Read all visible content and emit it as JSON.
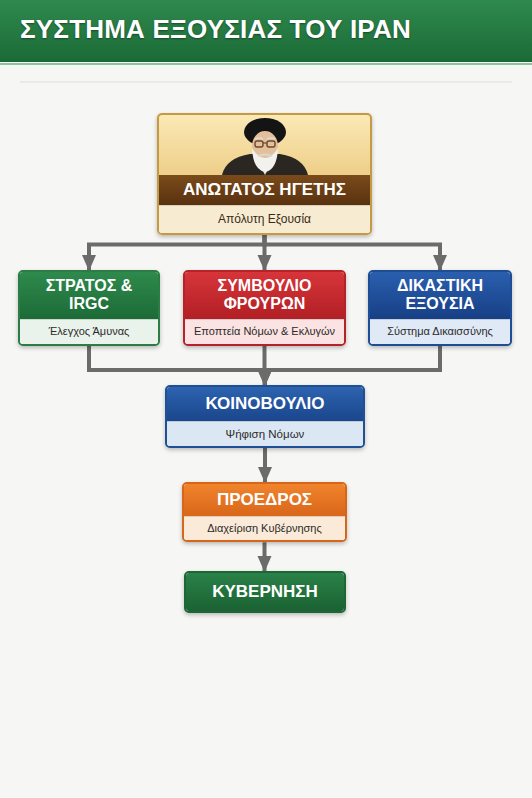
{
  "diagram": {
    "title": "ΣΥΣΤΗΜΑ ΕΞΟΥΣΙΑΣ ΤΟΥ ΙΡΑΝ",
    "nodes": [
      {
        "text": [
          "ΑΝΩΤΑΤΟΣ ΗΓΕΤΗΣ",
          "Απόλυτη Εξουσία"
        ]
      },
      {
        "text": [
          "ΣΤΡΑΤΟΣ & IRGC",
          "Έλεγχος Άμυνας"
        ]
      },
      {
        "text": [
          "ΣΥΜΒΟΥΛΙΟ ΦΡΟΥΡΩΝ",
          "Εποπτεία Νόμων & Εκλυγών"
        ]
      },
      {
        "text": [
          "ΔΙΚΑΣΤΙΚΗ ΕΞΟΥΣΙΑ",
          "Σύστημα Δικαισσύνης"
        ]
      },
      {
        "text": [
          "ΚΟΙΝΟΒΟΥΛΙΟ",
          "Ψήφιση Νόμων"
        ]
      },
      {
        "text": [
          "ΠΡΟΕΔΡΟΣ",
          "Διαχείριση Κυβέρνησης"
        ]
      },
      {
        "text": [
          "ΚΥΒΕΡΝΗΣΗ"
        ]
      }
    ],
    "edges": [
      {
        "from": 0,
        "to": 1,
        "arrow": "to"
      },
      {
        "from": 0,
        "to": 2,
        "arrow": "to"
      },
      {
        "from": 0,
        "to": 3,
        "arrow": "to"
      },
      {
        "from": 1,
        "to": 4,
        "arrow": "to"
      },
      {
        "from": 2,
        "to": 4,
        "arrow": "to"
      },
      {
        "from": 3,
        "to": 4,
        "arrow": "to"
      },
      {
        "from": 4,
        "to": 5,
        "arrow": "to"
      },
      {
        "from": 5,
        "to": 6,
        "arrow": "to"
      }
    ]
  }
}
